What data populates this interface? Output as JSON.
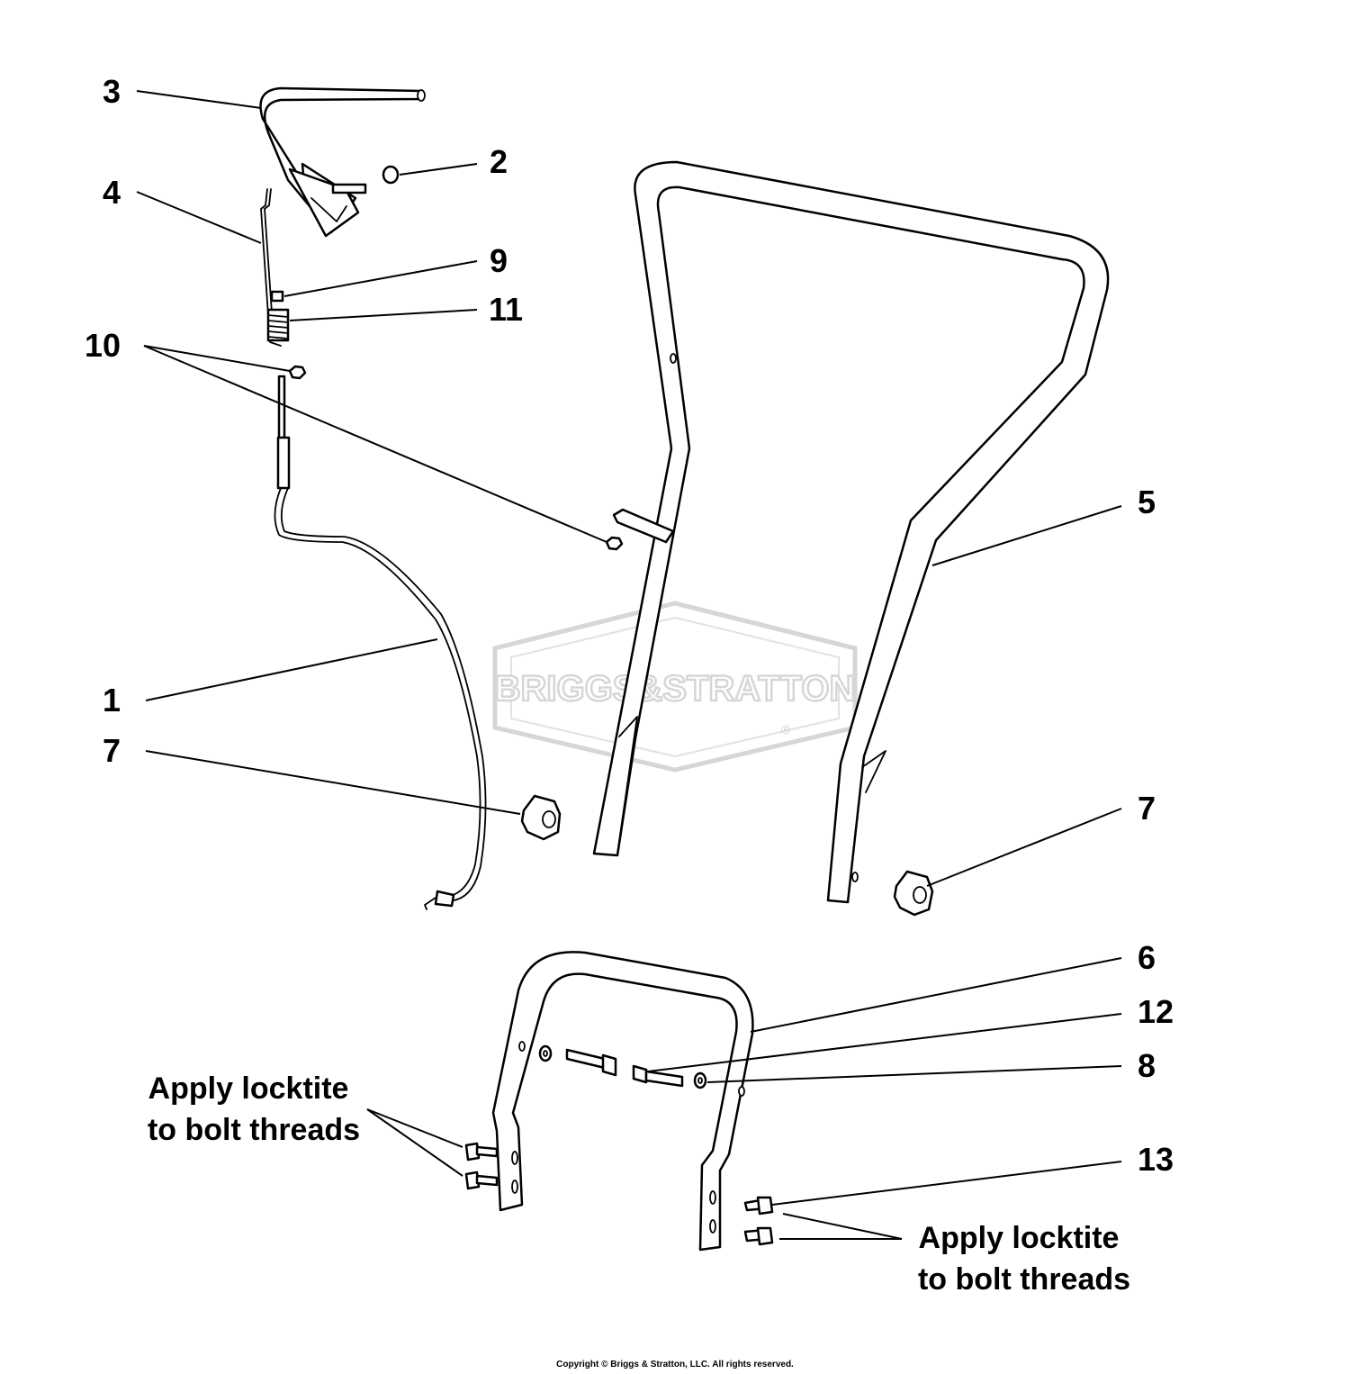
{
  "callouts": {
    "c1": "1",
    "c2": "2",
    "c3": "3",
    "c4": "4",
    "c5": "5",
    "c6": "6",
    "c7a": "7",
    "c7b": "7",
    "c8": "8",
    "c9": "9",
    "c10": "10",
    "c11": "11",
    "c12": "12",
    "c13": "13"
  },
  "notes": {
    "left_line1": "Apply locktite",
    "left_line2": "to bolt threads",
    "right_line1": "Apply locktite",
    "right_line2": "to bolt threads"
  },
  "watermark": {
    "brand": "BRIGGS&STRATTON",
    "registered": "®"
  },
  "copyright": "Copyright © Briggs & Stratton, LLC. All rights reserved."
}
